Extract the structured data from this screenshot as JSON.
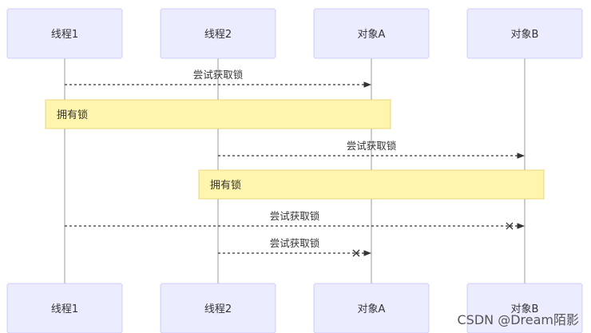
{
  "participants": [
    {
      "id": "t1",
      "label": "线程1"
    },
    {
      "id": "t2",
      "label": "线程2"
    },
    {
      "id": "oa",
      "label": "对象A"
    },
    {
      "id": "ob",
      "label": "对象B"
    }
  ],
  "steps": [
    {
      "type": "message",
      "from": "t1",
      "to": "oa",
      "label": "尝试获取锁",
      "fail": false
    },
    {
      "type": "note",
      "from": "t1",
      "to": "oa",
      "label": "拥有锁"
    },
    {
      "type": "message",
      "from": "t2",
      "to": "ob",
      "label": "尝试获取锁",
      "fail": false
    },
    {
      "type": "note",
      "from": "t2",
      "to": "ob",
      "label": "拥有锁"
    },
    {
      "type": "message",
      "from": "t1",
      "to": "ob",
      "label": "尝试获取锁",
      "fail": true
    },
    {
      "type": "message",
      "from": "t2",
      "to": "oa",
      "label": "尝试获取锁",
      "fail": true
    }
  ],
  "watermark": "CSDN @Dream陌影",
  "colors": {
    "actor_fill": "#ECECFF",
    "actor_stroke": "#CCCCFF",
    "lifeline": "#999999",
    "message": "#333333",
    "note_fill": "#FFF5AD",
    "note_stroke": "#E6D880",
    "text": "#333333"
  }
}
